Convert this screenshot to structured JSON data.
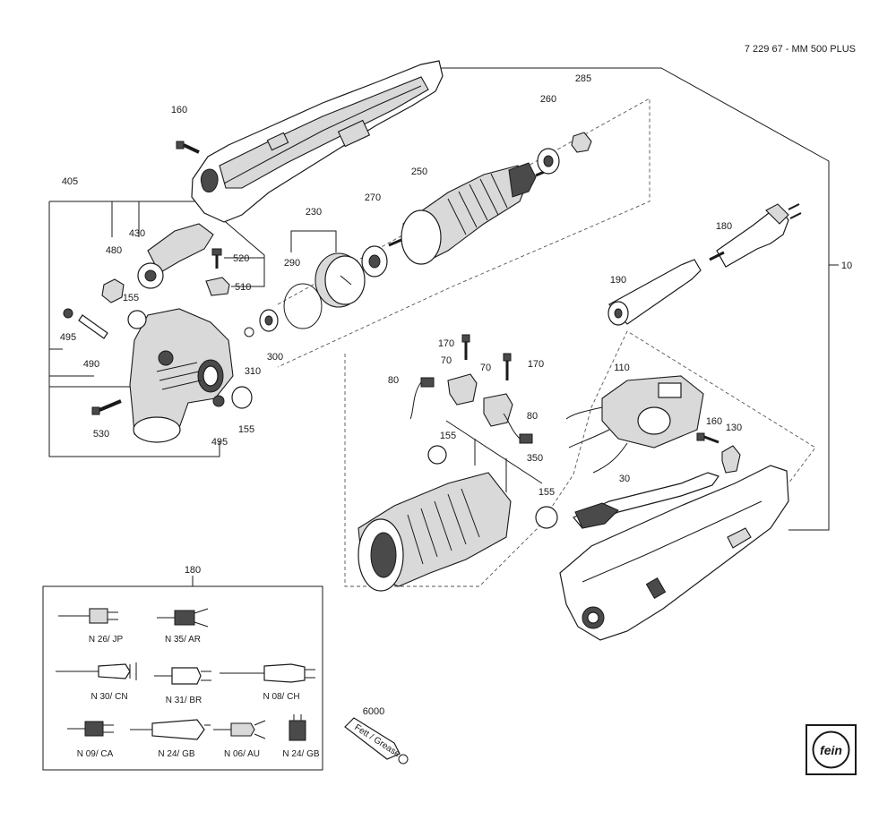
{
  "header": {
    "drawing_id": "7 229 67 - MM 500 PLUS"
  },
  "parts": {
    "p160a": "160",
    "p405": "405",
    "p480": "480",
    "p430": "430",
    "p520": "520",
    "p510": "510",
    "p155a": "155",
    "p495a": "495",
    "p490": "490",
    "p530": "530",
    "p310": "310",
    "p300": "300",
    "p155b": "155",
    "p495b": "495",
    "p230": "230",
    "p290": "290",
    "p270": "270",
    "p250": "250",
    "p260": "260",
    "p285": "285",
    "p180": "180",
    "p10": "10",
    "p190": "190",
    "p110": "110",
    "p170a": "170",
    "p70a": "70",
    "p70b": "70",
    "p170b": "170",
    "p80a": "80",
    "p80b": "80",
    "p160b": "160",
    "p130": "130",
    "p155c": "155",
    "p350": "350",
    "p155d": "155",
    "p30": "30",
    "p6000": "6000"
  },
  "plug_box": {
    "title": "180",
    "plugs": [
      "N 26/ JP",
      "N 35/ AR",
      "N 30/ CN",
      "N 31/ BR",
      "N 08/ CH",
      "N 09/ CA",
      "N 24/  GB",
      "N 06/ AU",
      "N 24/ GB"
    ]
  },
  "tube_text": "Fett / Grease",
  "logo_text": "fein"
}
